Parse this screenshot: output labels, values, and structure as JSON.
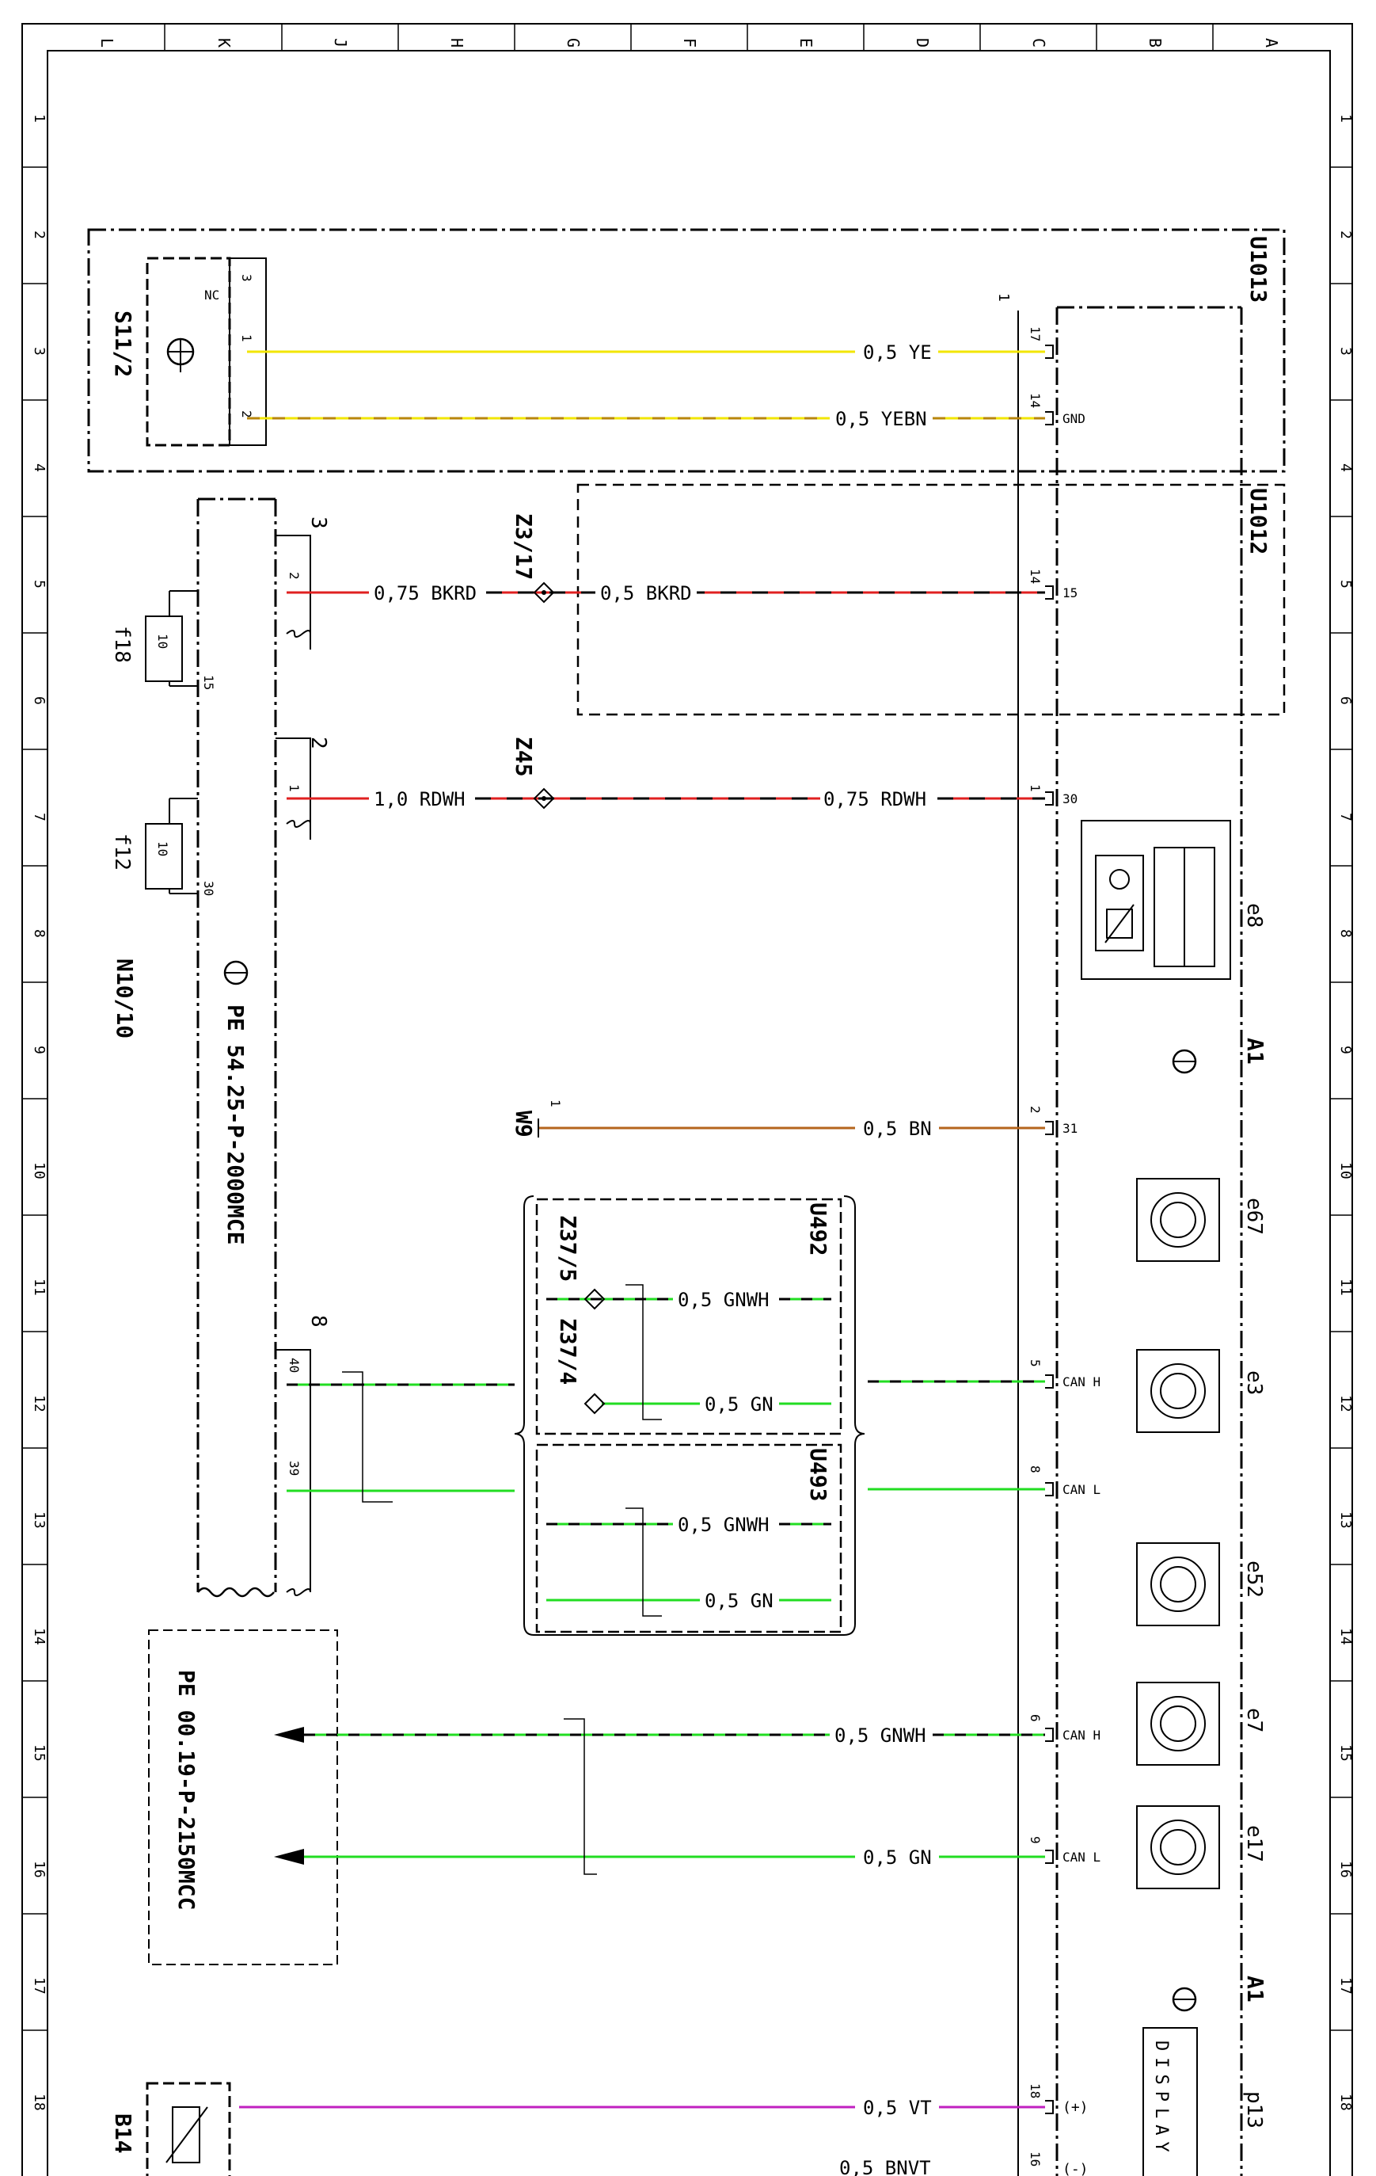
{
  "page": {
    "title": "Wiring diagram – instrument cluster",
    "row_numbers": [
      "1",
      "2",
      "3",
      "4",
      "5",
      "6",
      "7",
      "8",
      "9",
      "10",
      "11",
      "12",
      "13",
      "14",
      "15",
      "16",
      "17",
      "18"
    ],
    "column_letters": [
      "L",
      "K",
      "J",
      "H",
      "G",
      "F",
      "E",
      "D",
      "C",
      "B",
      "A"
    ]
  },
  "components": {
    "s11_2": "S11/2",
    "u1013": "U1013",
    "u1012": "U1012",
    "n10_10": "N10/10",
    "pe_n10": "PE 54.25-P-2000MCE",
    "pe_other": "PE 00.19-P-2150MCC",
    "a1_top": "A1",
    "a1_bottom": "A1",
    "z3_17": "Z3/17",
    "z45": "Z45",
    "w9": "W9",
    "u492": "U492",
    "u493": "U493",
    "z37_5": "Z37/5",
    "z37_4": "Z37/4",
    "f18": "f18",
    "f12": "f12",
    "b14": "B14",
    "e8": "e8",
    "e67": "e67",
    "e3": "e3",
    "e52": "e52",
    "e7": "e7",
    "e17": "e17",
    "p13": "p13",
    "display": "DISPLAY"
  },
  "pins": {
    "s11_nc": "NC",
    "s11_3": "3",
    "s11_1": "1",
    "s11_2": "2",
    "n10_3": "3",
    "n10_2a": "2",
    "n10_2b": "2",
    "n10_1": "1",
    "n10_8": "8",
    "n10_40": "40",
    "n10_39": "39",
    "f18_15": "15",
    "f12_30": "30",
    "a1_17": "17",
    "a1_14a": "14",
    "a1_14b": "14",
    "a1_1": "1",
    "a1_2": "2",
    "a1_5": "5",
    "a1_8": "8",
    "a1_6": "6",
    "a1_9": "9",
    "a1_18": "18",
    "a1_16": "16",
    "a1_conn": "1",
    "w9_1": "1",
    "a1_gnd": "GND",
    "a1_15": "15",
    "a1_30": "30",
    "a1_31": "31",
    "a1_canh1": "CAN H",
    "a1_canl1": "CAN L",
    "a1_canh2": "CAN H",
    "a1_canl2": "CAN L",
    "a1_plus": "(+)",
    "a1_minus": "(-)",
    "fuse_val_18": "10",
    "fuse_val_12": "10"
  },
  "wires": {
    "w1": "0,5 YE",
    "w2": "0,5 YEBN",
    "w3a": "0,75 BKRD",
    "w3b": "0,5 BKRD",
    "w4a": "1,0 RDWH",
    "w4b": "0,75 RDWH",
    "w5": "0,5 BN",
    "w6": "0,5 GNWH",
    "w7": "0,5 GN",
    "w8": "0,5 GNWH",
    "w9": "0,5 GN",
    "w10": "0,5 GNWH",
    "w11": "0,5 GN",
    "w12": "0,5 VT",
    "w13": "0,5 BNVT"
  },
  "colors": {
    "yellow": "#f2e600",
    "yellow_brown": "#b8860b",
    "red": "#e02020",
    "black": "#000000",
    "brown": "#b5651d",
    "green": "#22dd22",
    "violet": "#c020c0"
  }
}
